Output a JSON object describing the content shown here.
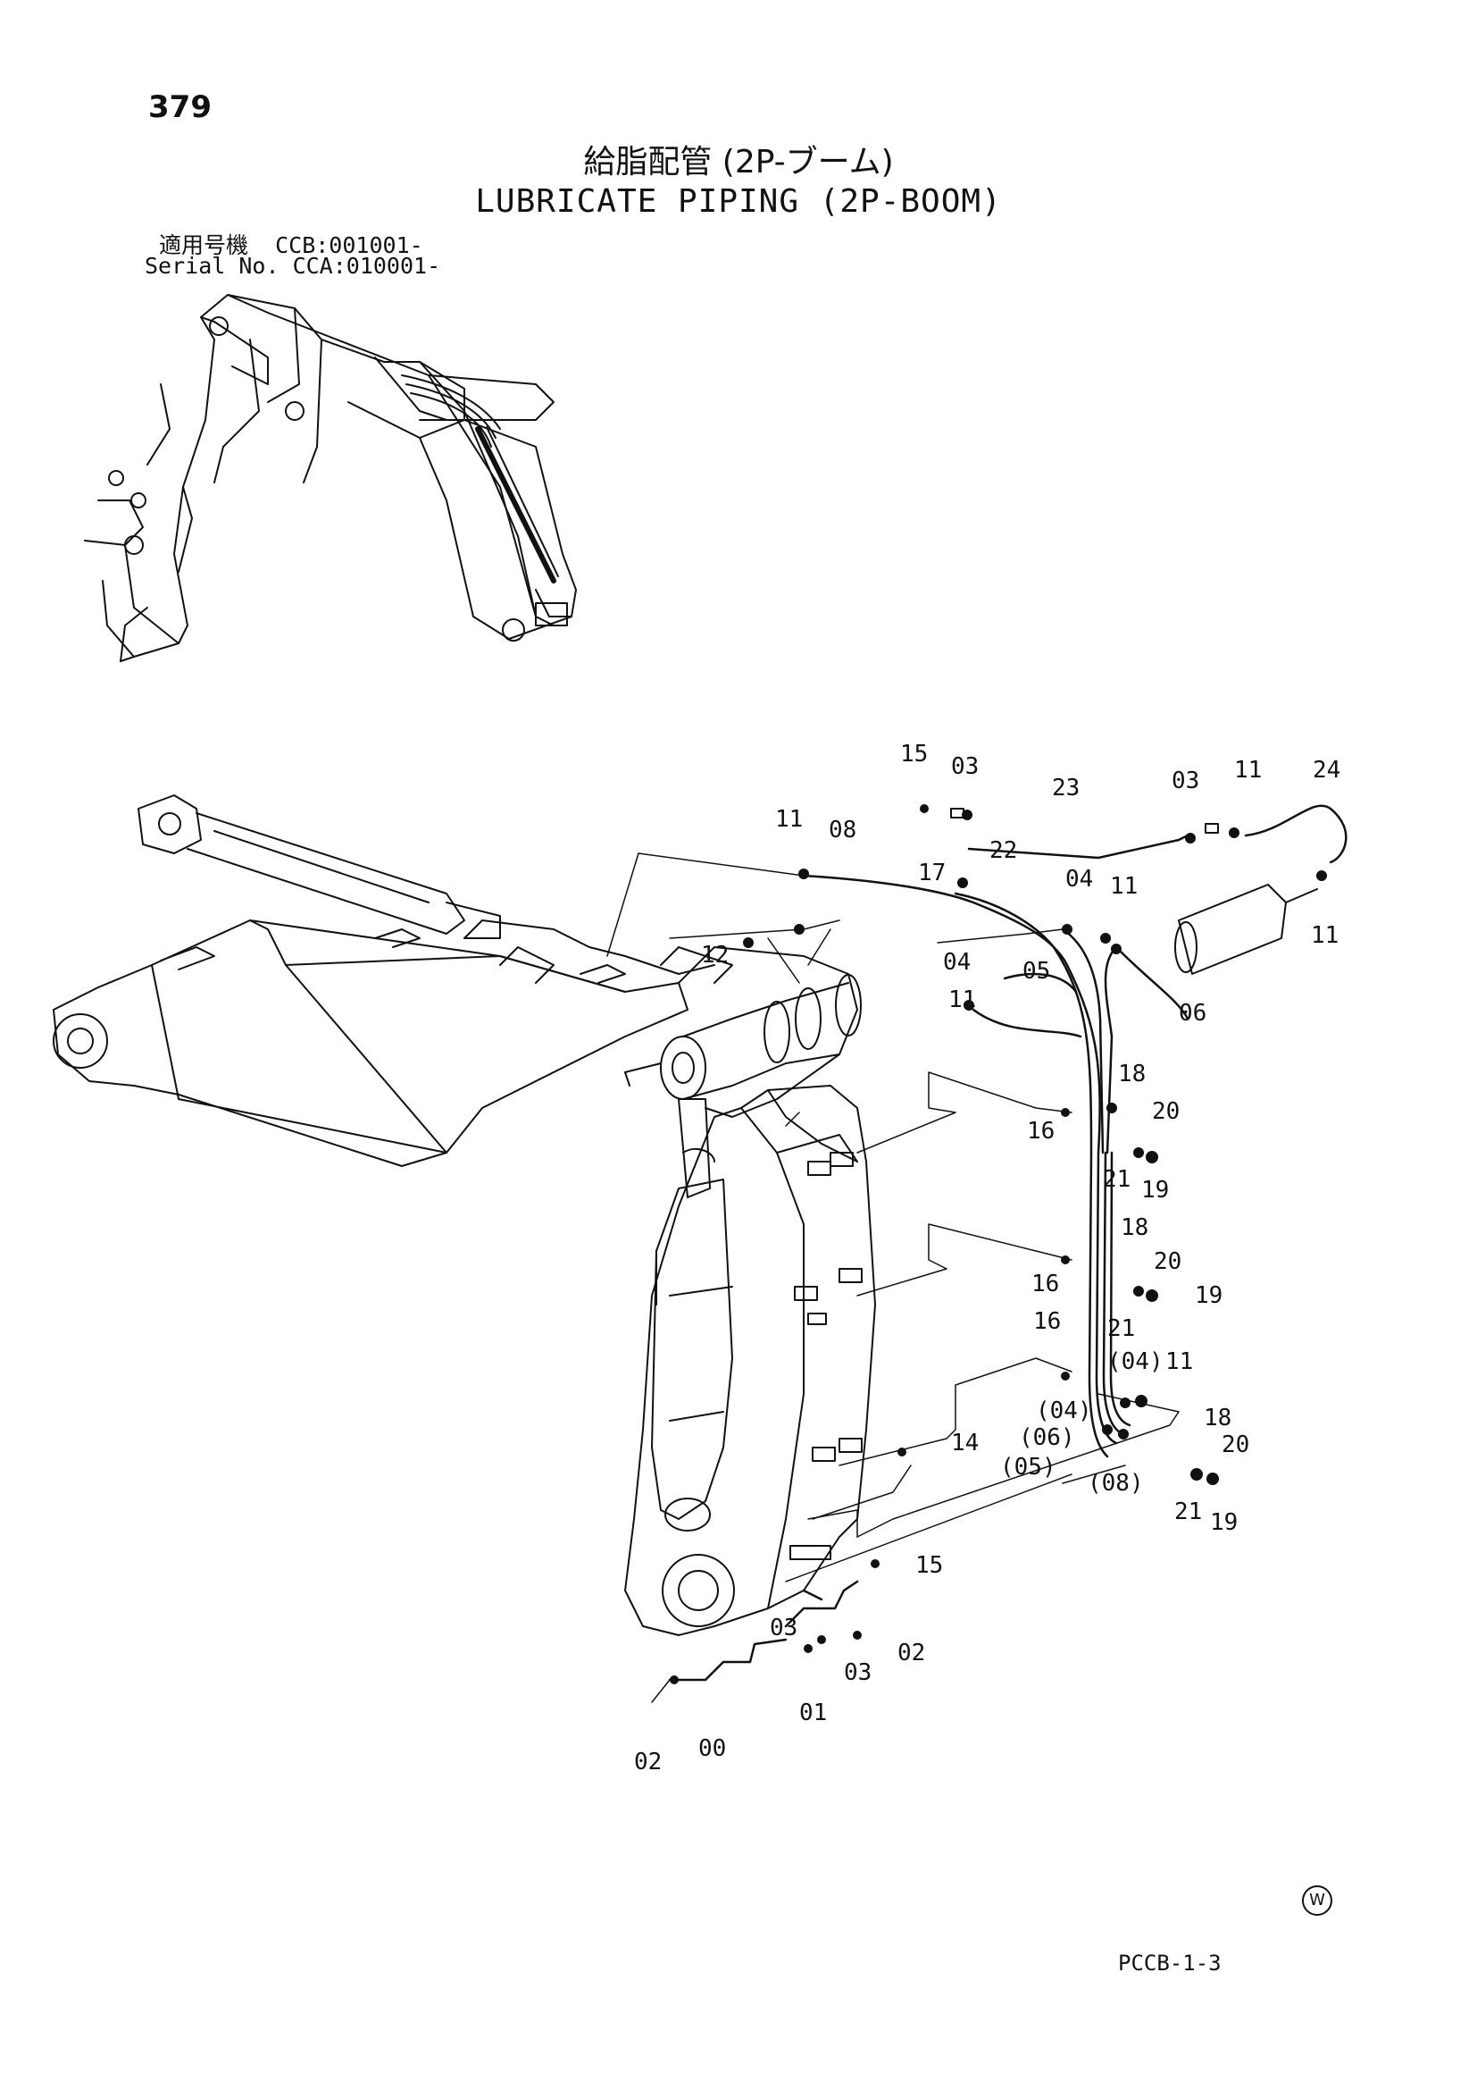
{
  "page_number": "379",
  "title_jp": "給脂配管 (2P-ブーム)",
  "title_en": "LUBRICATE PIPING (2P-BOOM)",
  "serial_jp": "適用号機  CCB:001001-",
  "serial_en": "Serial No. CCA:010001-",
  "doc_code": "PCCB-1-3",
  "w_mark": "W",
  "callouts": [
    "15",
    "03",
    "23",
    "03",
    "11",
    "24",
    "11",
    "08",
    "22",
    "17",
    "04",
    "11",
    "11",
    "12",
    "04",
    "05",
    "11",
    "06",
    "18",
    "16",
    "20",
    "21",
    "19",
    "18",
    "20",
    "16",
    "19",
    "21",
    "16",
    "(04)",
    "11",
    "(04)",
    "18",
    "(06)",
    "14",
    "20",
    "(05)",
    "(08)",
    "21",
    "19",
    "15",
    "03",
    "03",
    "02",
    "01",
    "02",
    "00"
  ]
}
